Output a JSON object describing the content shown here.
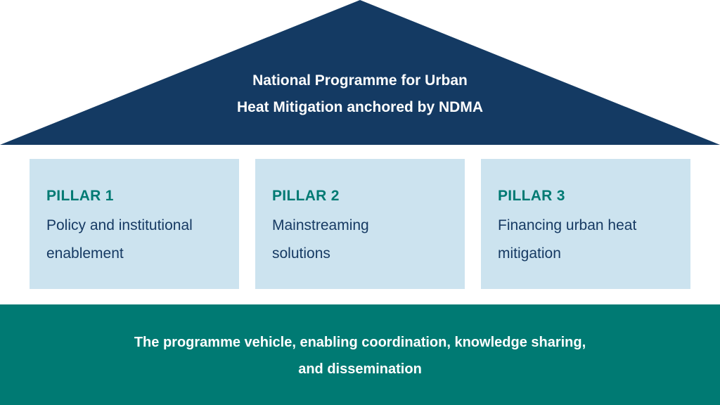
{
  "header": {
    "title_line1": "National Programme for Urban",
    "title_line2": "Heat Mitigation anchored by NDMA"
  },
  "pillars": [
    {
      "label": "PILLAR 1",
      "desc_line1": "Policy and institutional",
      "desc_line2": "enablement"
    },
    {
      "label": "PILLAR 2",
      "desc_line1": "Mainstreaming",
      "desc_line2": "solutions"
    },
    {
      "label": "PILLAR 3",
      "desc_line1": "Financing urban heat",
      "desc_line2": "mitigation"
    }
  ],
  "foundation": {
    "line1": "The programme vehicle, enabling coordination, knowledge sharing,",
    "line2": "and dissemination"
  },
  "colors": {
    "roof": "#143a63",
    "pillar_bg": "#cce3ef",
    "pillar_label": "#007a73",
    "pillar_text": "#163a63",
    "foundation": "#007a73"
  }
}
